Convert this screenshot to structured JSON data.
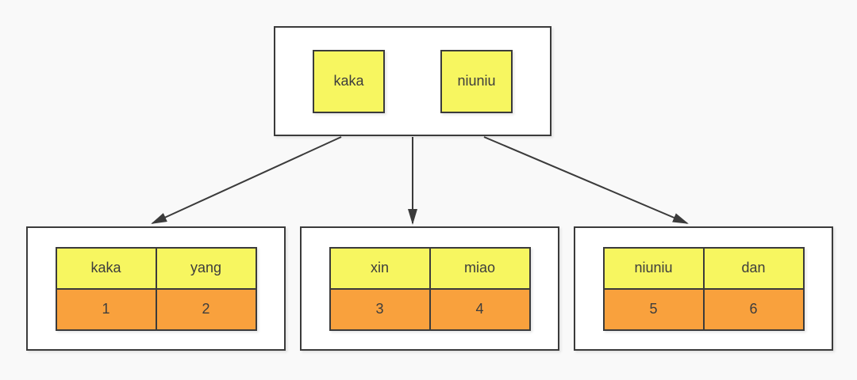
{
  "diagram": {
    "type": "tree",
    "background_color": "#f9f9f9",
    "colors": {
      "box_fill": "#ffffff",
      "header_cell_fill": "#f7f660",
      "value_cell_fill": "#f9a13d",
      "border": "#3b3b3b",
      "arrow": "#3b3b3b",
      "text": "#3d3d3d"
    },
    "root": {
      "items": [
        {
          "label": "kaka"
        },
        {
          "label": "niuniu"
        }
      ]
    },
    "children": [
      {
        "columns": [
          {
            "header": "kaka",
            "value": "1"
          },
          {
            "header": "yang",
            "value": "2"
          }
        ]
      },
      {
        "columns": [
          {
            "header": "xin",
            "value": "3"
          },
          {
            "header": "miao",
            "value": "4"
          }
        ]
      },
      {
        "columns": [
          {
            "header": "niuniu",
            "value": "5"
          },
          {
            "header": "dan",
            "value": "6"
          }
        ]
      }
    ],
    "edges": [
      {
        "from": "root-node",
        "to": "child-node-1"
      },
      {
        "from": "root-node",
        "to": "child-node-2"
      },
      {
        "from": "root-node",
        "to": "child-node-3"
      }
    ]
  }
}
